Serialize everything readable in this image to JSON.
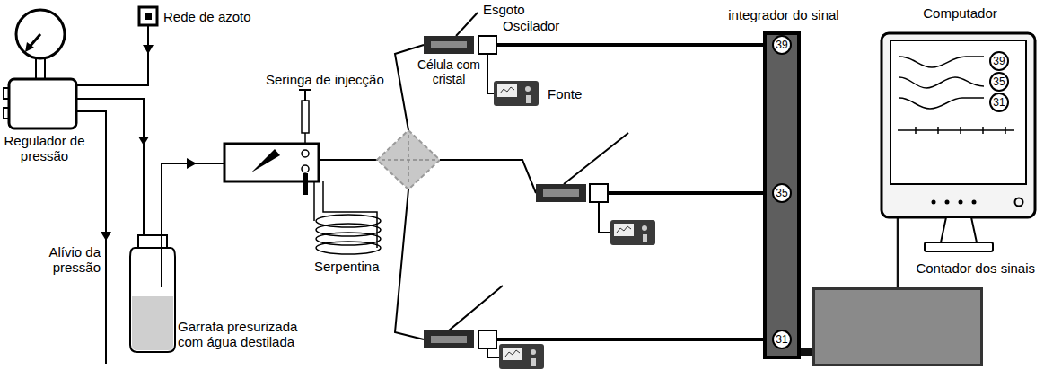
{
  "diagram": {
    "nodes": [
      {
        "text": [
          "integrador do sinal"
        ]
      },
      {
        "text": [
          "39"
        ],
        "in": 0
      },
      {
        "text": [
          "35"
        ],
        "in": 0
      },
      {
        "text": [
          "31"
        ],
        "in": 0
      },
      {
        "text": [
          "Computador"
        ]
      },
      {
        "text": [
          "39"
        ],
        "in": 4
      },
      {
        "text": [
          "35"
        ],
        "in": 4
      },
      {
        "text": [
          "31"
        ],
        "in": 4
      },
      {
        "text": [
          "Contador dos sinais"
        ]
      }
    ],
    "edges": [
      {
        "from": 0,
        "to": 8,
        "arrow": "none"
      },
      {
        "from": 8,
        "to": 4,
        "arrow": "none"
      }
    ],
    "labels": [
      "Rede de azoto",
      "Regulador de pressão",
      "Alívio da pressão",
      "Garrafa presurizada com água destilada",
      "Seringa de injecção",
      "Serpentina",
      "Esgoto",
      "Oscilador",
      "Célula com cristal",
      "Fonte"
    ]
  }
}
